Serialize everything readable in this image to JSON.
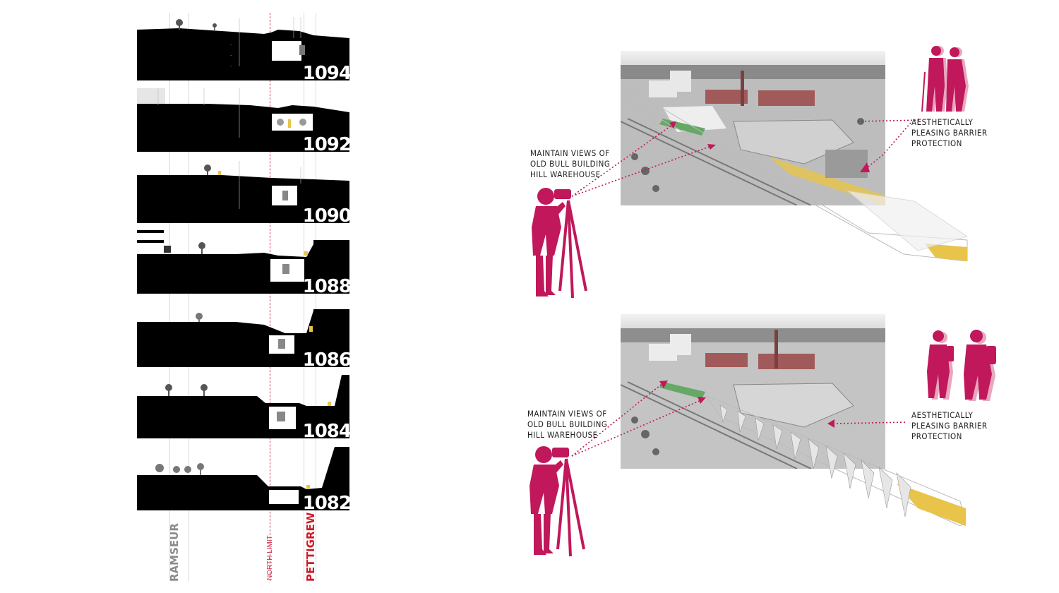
{
  "sections": [
    {
      "number": "1094"
    },
    {
      "number": "1092"
    },
    {
      "number": "1090"
    },
    {
      "number": "1088"
    },
    {
      "number": "1086"
    },
    {
      "number": "1084"
    },
    {
      "number": "1082"
    }
  ],
  "street_labels": {
    "ramseur": "RAMSEUR",
    "north_limit": "NORTH LIMIT",
    "pettigrew": "PETTIGREW"
  },
  "views": [
    {
      "left_annotation": [
        "MAINTAIN VIEWS OF",
        "OLD BULL BUILDING",
        "HILL WAREHOUSE"
      ],
      "right_annotation": [
        "AESTHETICALLY",
        "PLEASING BARRIER",
        "PROTECTION"
      ]
    },
    {
      "left_annotation": [
        "MAINTAIN VIEWS OF",
        "OLD BULL BUILDING",
        "HILL WAREHOUSE"
      ],
      "right_annotation": [
        "AESTHETICALLY",
        "PLEASING BARRIER",
        "PROTECTION"
      ]
    }
  ],
  "colors": {
    "accent": "#c0185a",
    "ink": "#000000",
    "highlight": "#e8c44a",
    "pettigrew": "#d01a2a",
    "ramseur": "#8a8a8a"
  }
}
